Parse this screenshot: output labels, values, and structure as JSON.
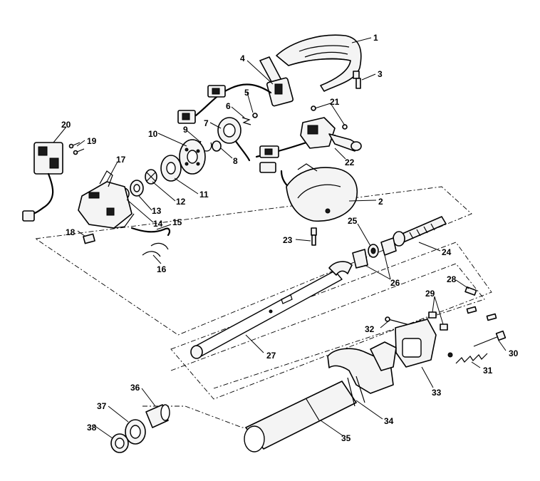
{
  "diagram": {
    "labels": [
      "1",
      "2",
      "3",
      "4",
      "5",
      "6",
      "7",
      "8",
      "9",
      "10",
      "11",
      "12",
      "13",
      "14",
      "15",
      "16",
      "17",
      "18",
      "19",
      "20",
      "21",
      "22",
      "23",
      "24",
      "25",
      "26",
      "27",
      "28",
      "29",
      "30",
      "31",
      "32",
      "33",
      "34",
      "35",
      "36",
      "37",
      "38"
    ]
  }
}
